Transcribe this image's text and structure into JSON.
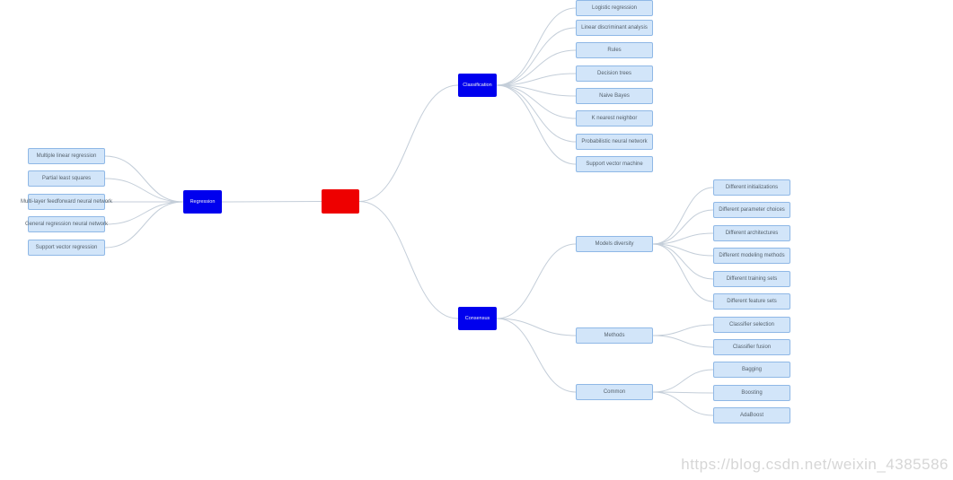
{
  "watermark": "https://blog.csdn.net/weixin_4385586",
  "colors": {
    "root_node": "#ee0000",
    "branch_node": "#0000ee",
    "branch_text": "#f2f2f2",
    "leaf_fill": "#d2e5f9",
    "leaf_border": "#8fb8e6",
    "leaf_text": "#55616c",
    "connector": "#c4ced9",
    "watermark": "#d6d6d6"
  },
  "map": {
    "regression": {
      "label": "Regression",
      "children": [
        {
          "label": "Multiple linear regression"
        },
        {
          "label": "Partial least squares"
        },
        {
          "label": "Multi-layer feedforward neural network"
        },
        {
          "label": "General regression neural network"
        },
        {
          "label": "Support vector regression"
        }
      ]
    },
    "classification": {
      "label": "Classification",
      "children": [
        {
          "label": "Logistic regression"
        },
        {
          "label": "Linear discriminant analysis"
        },
        {
          "label": "Rules"
        },
        {
          "label": "Decision trees"
        },
        {
          "label": "Naive Bayes"
        },
        {
          "label": "K nearest neighbor"
        },
        {
          "label": "Probabilistic neural network"
        },
        {
          "label": "Support vector machine"
        }
      ]
    },
    "consensus": {
      "label": "Consensus",
      "groups": [
        {
          "label": "Models diversity",
          "children": [
            {
              "label": "Different initializations"
            },
            {
              "label": "Different parameter choices"
            },
            {
              "label": "Different architectures"
            },
            {
              "label": "Different modeling methods"
            },
            {
              "label": "Different training sets"
            },
            {
              "label": "Different feature sets"
            }
          ]
        },
        {
          "label": "Methods",
          "children": [
            {
              "label": "Classifier selection"
            },
            {
              "label": "Classifier fusion"
            }
          ]
        },
        {
          "label": "Common",
          "children": [
            {
              "label": "Bagging"
            },
            {
              "label": "Boosting"
            },
            {
              "label": "AdaBoost"
            }
          ]
        }
      ]
    }
  }
}
